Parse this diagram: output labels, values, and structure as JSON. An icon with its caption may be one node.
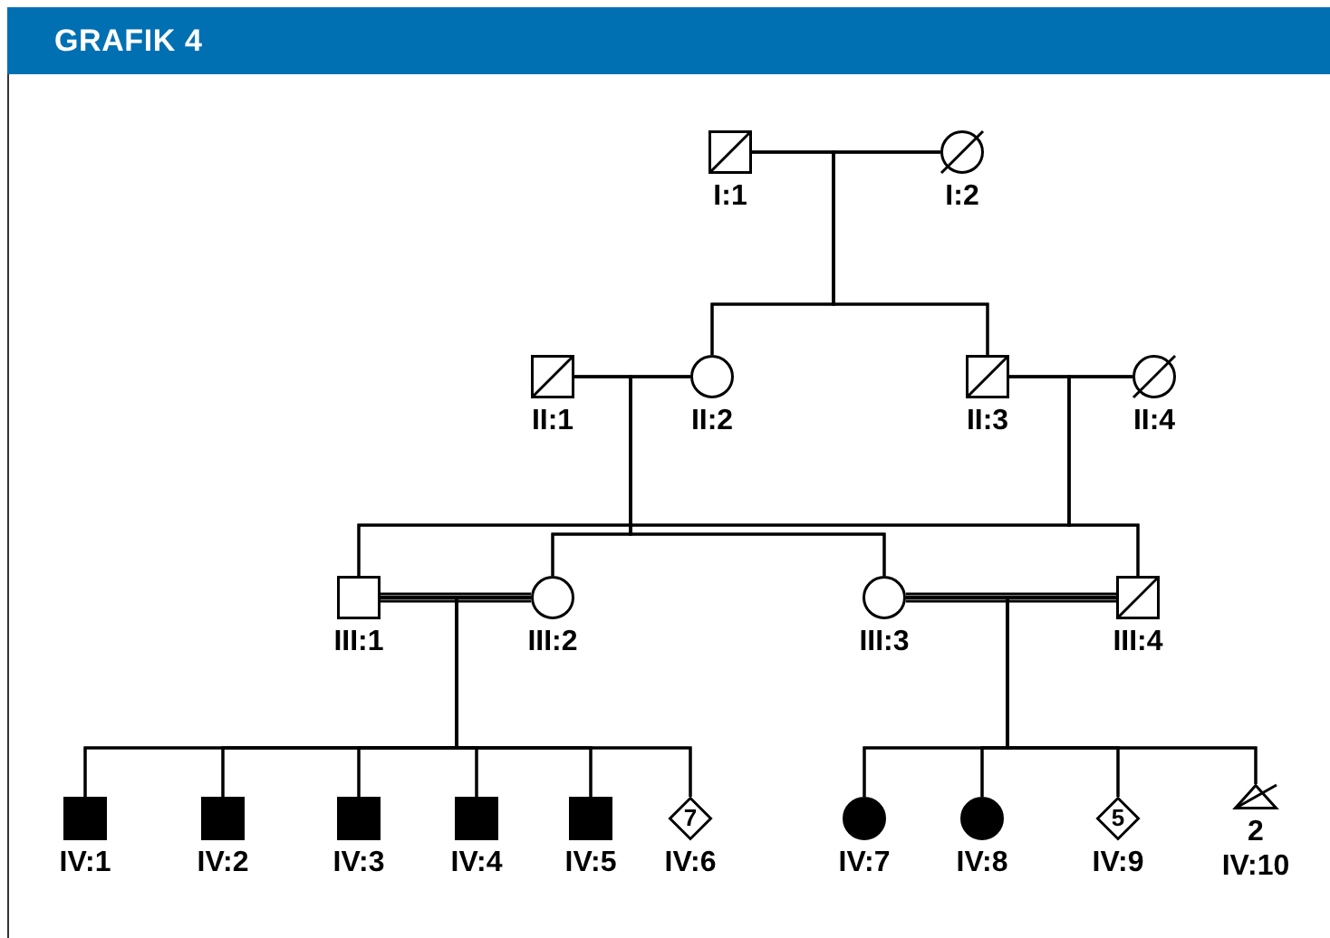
{
  "diagram": {
    "title": "GRAFIK 4",
    "nodes": [
      {
        "text": [],
        "shape": "box",
        "beside": [
          "I:1"
        ]
      },
      {
        "text": [],
        "shape": "circle",
        "beside": [
          "I:2"
        ]
      },
      {
        "text": [],
        "shape": "box",
        "beside": [
          "II:1"
        ]
      },
      {
        "text": [],
        "shape": "circle",
        "beside": [
          "II:2"
        ]
      },
      {
        "text": [],
        "shape": "box",
        "beside": [
          "II:3"
        ]
      },
      {
        "text": [],
        "shape": "circle",
        "beside": [
          "II:4"
        ]
      },
      {
        "text": [],
        "shape": "box",
        "beside": [
          "III:1"
        ]
      },
      {
        "text": [],
        "shape": "circle",
        "beside": [
          "III:2"
        ]
      },
      {
        "text": [],
        "shape": "circle",
        "beside": [
          "III:3"
        ]
      },
      {
        "text": [],
        "shape": "box",
        "beside": [
          "III:4"
        ]
      },
      {
        "text": [],
        "shape": "box",
        "beside": [
          "IV:1"
        ]
      },
      {
        "text": [],
        "shape": "box",
        "beside": [
          "IV:2"
        ]
      },
      {
        "text": [],
        "shape": "box",
        "beside": [
          "IV:3"
        ]
      },
      {
        "text": [],
        "shape": "box",
        "beside": [
          "IV:4"
        ]
      },
      {
        "text": [],
        "shape": "box",
        "beside": [
          "IV:5"
        ]
      },
      {
        "text": [
          "7"
        ],
        "beside": [
          "IV:6"
        ]
      },
      {
        "text": [],
        "shape": "circle",
        "beside": [
          "IV:7"
        ]
      },
      {
        "text": [],
        "shape": "circle",
        "beside": [
          "IV:8"
        ]
      },
      {
        "text": [
          "5"
        ],
        "beside": [
          "IV:9"
        ]
      },
      {
        "text": [],
        "shape": "triangle",
        "beside": [
          "2",
          "IV:10"
        ]
      }
    ],
    "edges": [
      {
        "from": 0,
        "to": 1,
        "arrow": "none"
      },
      {
        "from": 0,
        "to": 3,
        "arrow": "none"
      },
      {
        "from": 1,
        "to": 3,
        "arrow": "none"
      },
      {
        "from": 0,
        "to": 4,
        "arrow": "none"
      },
      {
        "from": 1,
        "to": 4,
        "arrow": "none"
      },
      {
        "from": 2,
        "to": 3,
        "arrow": "none"
      },
      {
        "from": 2,
        "to": 7,
        "arrow": "none"
      },
      {
        "from": 3,
        "to": 7,
        "arrow": "none"
      },
      {
        "from": 2,
        "to": 8,
        "arrow": "none"
      },
      {
        "from": 3,
        "to": 8,
        "arrow": "none"
      },
      {
        "from": 4,
        "to": 5,
        "arrow": "none"
      },
      {
        "from": 4,
        "to": 6,
        "arrow": "none"
      },
      {
        "from": 5,
        "to": 6,
        "arrow": "none"
      },
      {
        "from": 4,
        "to": 9,
        "arrow": "none"
      },
      {
        "from": 5,
        "to": 9,
        "arrow": "none"
      },
      {
        "from": 6,
        "to": 7,
        "arrow": "none"
      },
      {
        "from": 6,
        "to": 10,
        "arrow": "none"
      },
      {
        "from": 7,
        "to": 10,
        "arrow": "none"
      },
      {
        "from": 6,
        "to": 11,
        "arrow": "none"
      },
      {
        "from": 7,
        "to": 11,
        "arrow": "none"
      },
      {
        "from": 6,
        "to": 12,
        "arrow": "none"
      },
      {
        "from": 7,
        "to": 12,
        "arrow": "none"
      },
      {
        "from": 6,
        "to": 13,
        "arrow": "none"
      },
      {
        "from": 7,
        "to": 13,
        "arrow": "none"
      },
      {
        "from": 6,
        "to": 14,
        "arrow": "none"
      },
      {
        "from": 7,
        "to": 14,
        "arrow": "none"
      },
      {
        "from": 6,
        "to": 15,
        "arrow": "none"
      },
      {
        "from": 7,
        "to": 15,
        "arrow": "none"
      },
      {
        "from": 8,
        "to": 9,
        "arrow": "none"
      },
      {
        "from": 8,
        "to": 16,
        "arrow": "none"
      },
      {
        "from": 9,
        "to": 16,
        "arrow": "none"
      },
      {
        "from": 8,
        "to": 17,
        "arrow": "none"
      },
      {
        "from": 9,
        "to": 17,
        "arrow": "none"
      },
      {
        "from": 8,
        "to": 18,
        "arrow": "none"
      },
      {
        "from": 9,
        "to": 18,
        "arrow": "none"
      },
      {
        "from": 8,
        "to": 19,
        "arrow": "none"
      },
      {
        "from": 9,
        "to": 19,
        "arrow": "none"
      }
    ]
  }
}
